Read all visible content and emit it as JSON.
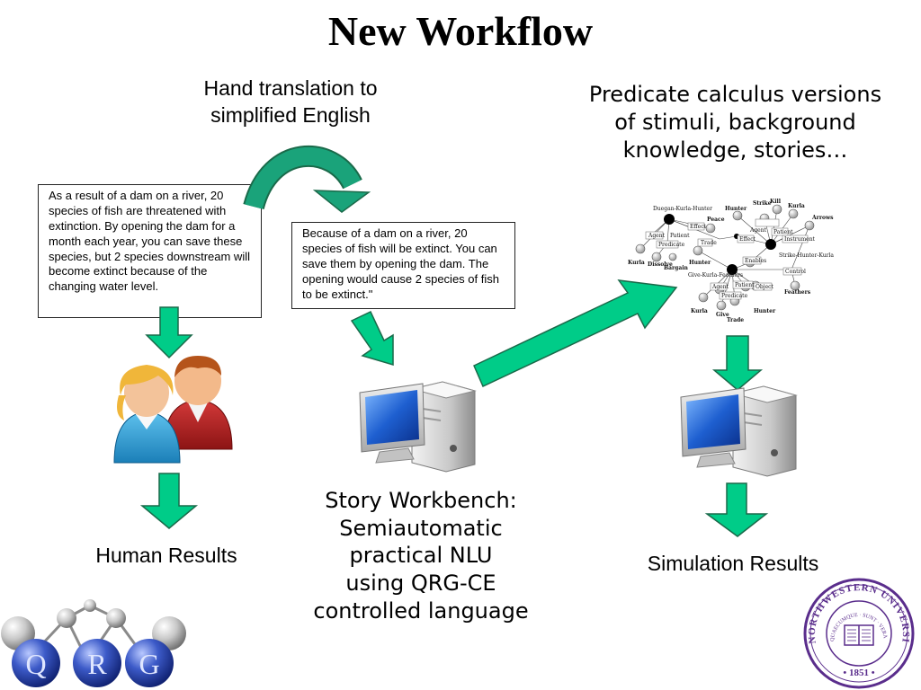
{
  "title": "New Workflow",
  "hand_translation_label": "Hand translation to simplified English",
  "predicate_label": "Predicate calculus versions of stimuli, background knowledge, stories…",
  "original_text": "As a result of a dam on a river, 20 species of fish are threatened with extinction. By opening the dam for a month each year, you can save these species, but 2 species downstream will become extinct because of the changing water level.",
  "simplified_text": "Because of a dam on a river, 20 species of fish will be extinct. You can save them by opening the dam. The opening would cause 2 species of fish to be extinct.\"",
  "story_workbench_lines": [
    "Story Workbench:",
    "Semiautomatic",
    "practical NLU",
    "using QRG-CE",
    "controlled language"
  ],
  "human_results_label": "Human Results",
  "simulation_results_label": "Simulation Results",
  "logo": {
    "letters": [
      "Q",
      "R",
      "G"
    ]
  },
  "seal": {
    "ring_text": "NORTHWESTERN UNIVERSITY",
    "motto": "QUAECUMQUE SUNT VERA",
    "year": "1851"
  },
  "graph": {
    "entities": [
      "Duegan-Kurla-Hunter",
      "Give-Kurla-Feathers",
      "Strike-Hunter-Kurla"
    ],
    "nodes": [
      "Hunter",
      "Strike",
      "Kill",
      "Kurla",
      "Arrows",
      "Peace",
      "Effect",
      "Agent",
      "Patient",
      "Predicate",
      "Dissolve",
      "Bargain",
      "Trade",
      "Effect",
      "Agent",
      "Patient",
      "Instrument",
      "Enables",
      "Control",
      "Agent",
      "Patient",
      "Object",
      "Predicate",
      "Feathers",
      "Hunter",
      "Kurla",
      "Give",
      "Trade",
      "Kurla",
      "Hunter"
    ]
  },
  "colors": {
    "arrow_fill": "#00cc88",
    "arrow_stroke": "#1a6a4a",
    "curved_arrow": "#1aa37a",
    "purple": "#5a2d8c"
  }
}
